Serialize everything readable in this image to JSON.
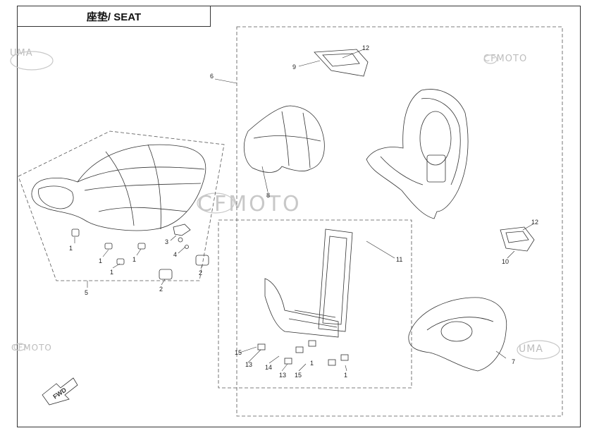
{
  "title": "座垫/ SEAT",
  "watermarks": {
    "uma": "UMA",
    "cfmoto": "CFMOTO"
  },
  "fwd_label": "FWD",
  "callouts": [
    "1",
    "1",
    "1",
    "1",
    "1",
    "1",
    "2",
    "2",
    "3",
    "4",
    "5",
    "6",
    "7",
    "8",
    "9",
    "10",
    "11",
    "12",
    "12",
    "13",
    "13",
    "14",
    "15",
    "15"
  ],
  "colors": {
    "line": "#333333",
    "watermark": "#bdbdbd"
  }
}
